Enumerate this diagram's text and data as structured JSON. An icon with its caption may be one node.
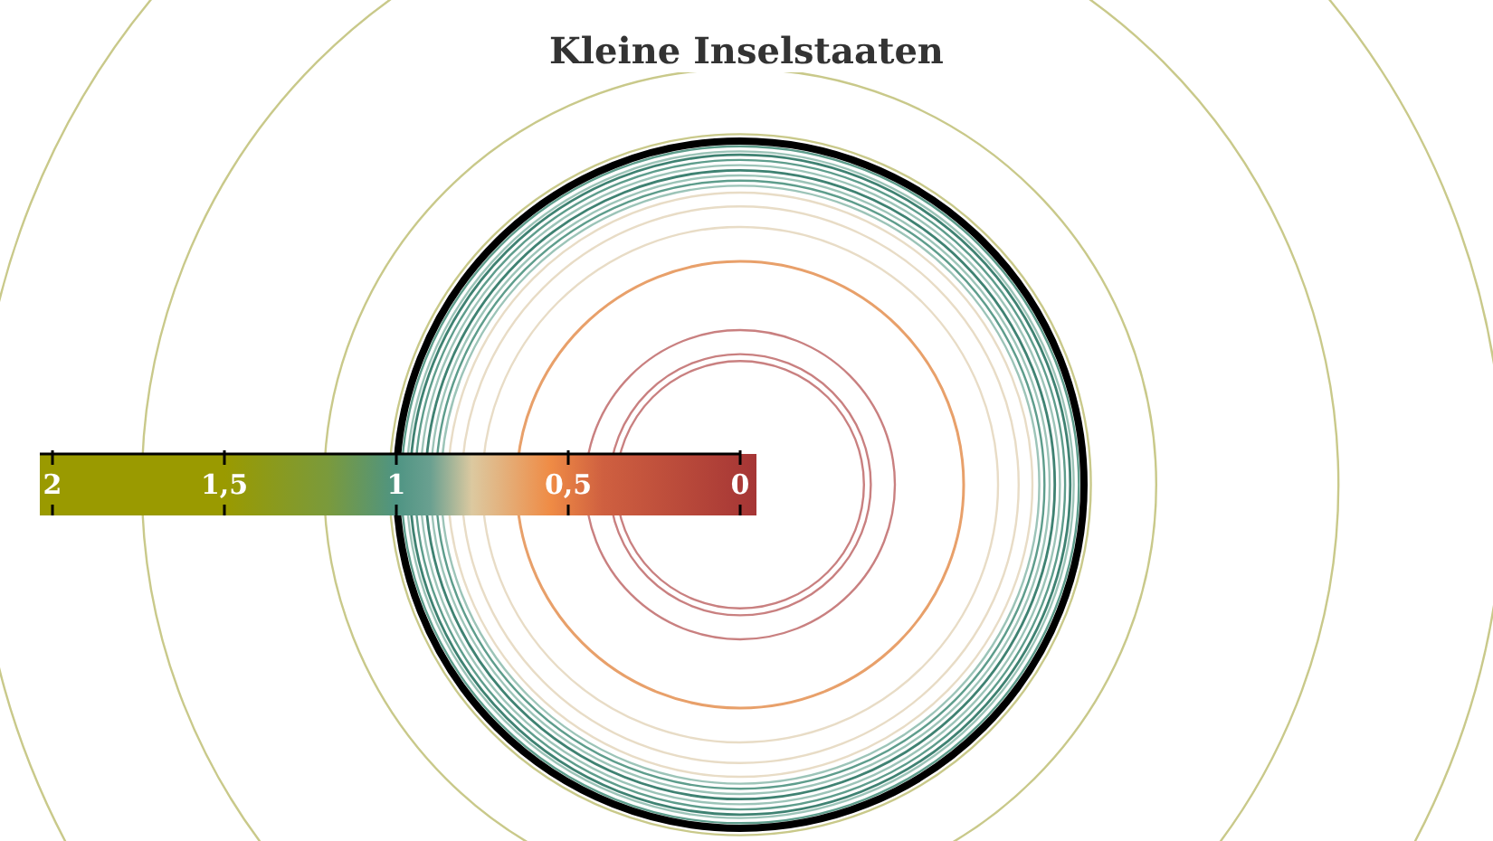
{
  "diagram": {
    "title": "Kleine Inselstaaten",
    "labels": [
      "2",
      "1,5",
      "1",
      "0,5",
      "0"
    ]
  }
}
